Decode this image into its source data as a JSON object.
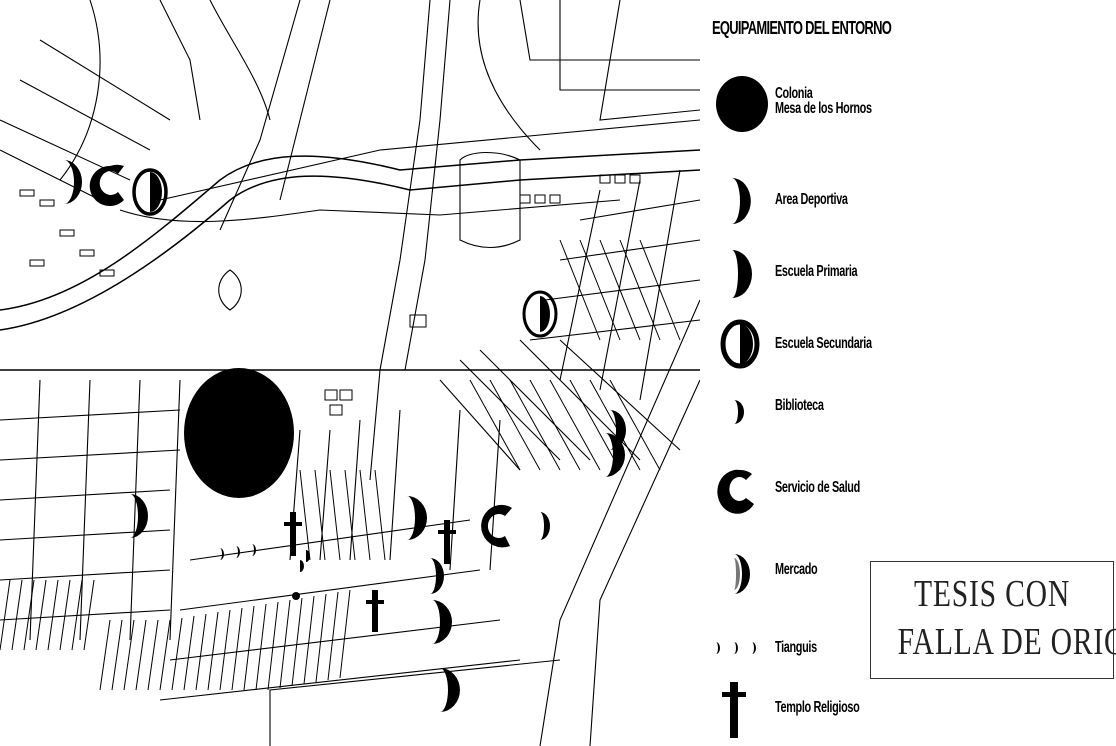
{
  "legend": {
    "title": "EQUIPAMIENTO DEL ENTORNO",
    "items": [
      {
        "label": "Colonia",
        "label2": "Mesa de los Hornos",
        "icon": "full-circle-icon"
      },
      {
        "label": "Area Deportiva",
        "icon": "half-moon-icon"
      },
      {
        "label": "Escuela Primaria",
        "icon": "half-moon-icon"
      },
      {
        "label": "Escuela Secundaria",
        "icon": "ring-half-icon"
      },
      {
        "label": "Biblioteca",
        "icon": "small-half-moon-icon"
      },
      {
        "label": "Servicio de Salud",
        "icon": "crescent-c-icon"
      },
      {
        "label": "Mercado",
        "icon": "shaded-half-icon"
      },
      {
        "label": "Tianguis",
        "icon": "triple-half-moon-icon"
      },
      {
        "label": "Templo Religioso",
        "icon": "cross-figure-icon"
      }
    ]
  },
  "stamp": {
    "line1": "TESIS CON",
    "line2": "FALLA DE ORIGEN"
  }
}
